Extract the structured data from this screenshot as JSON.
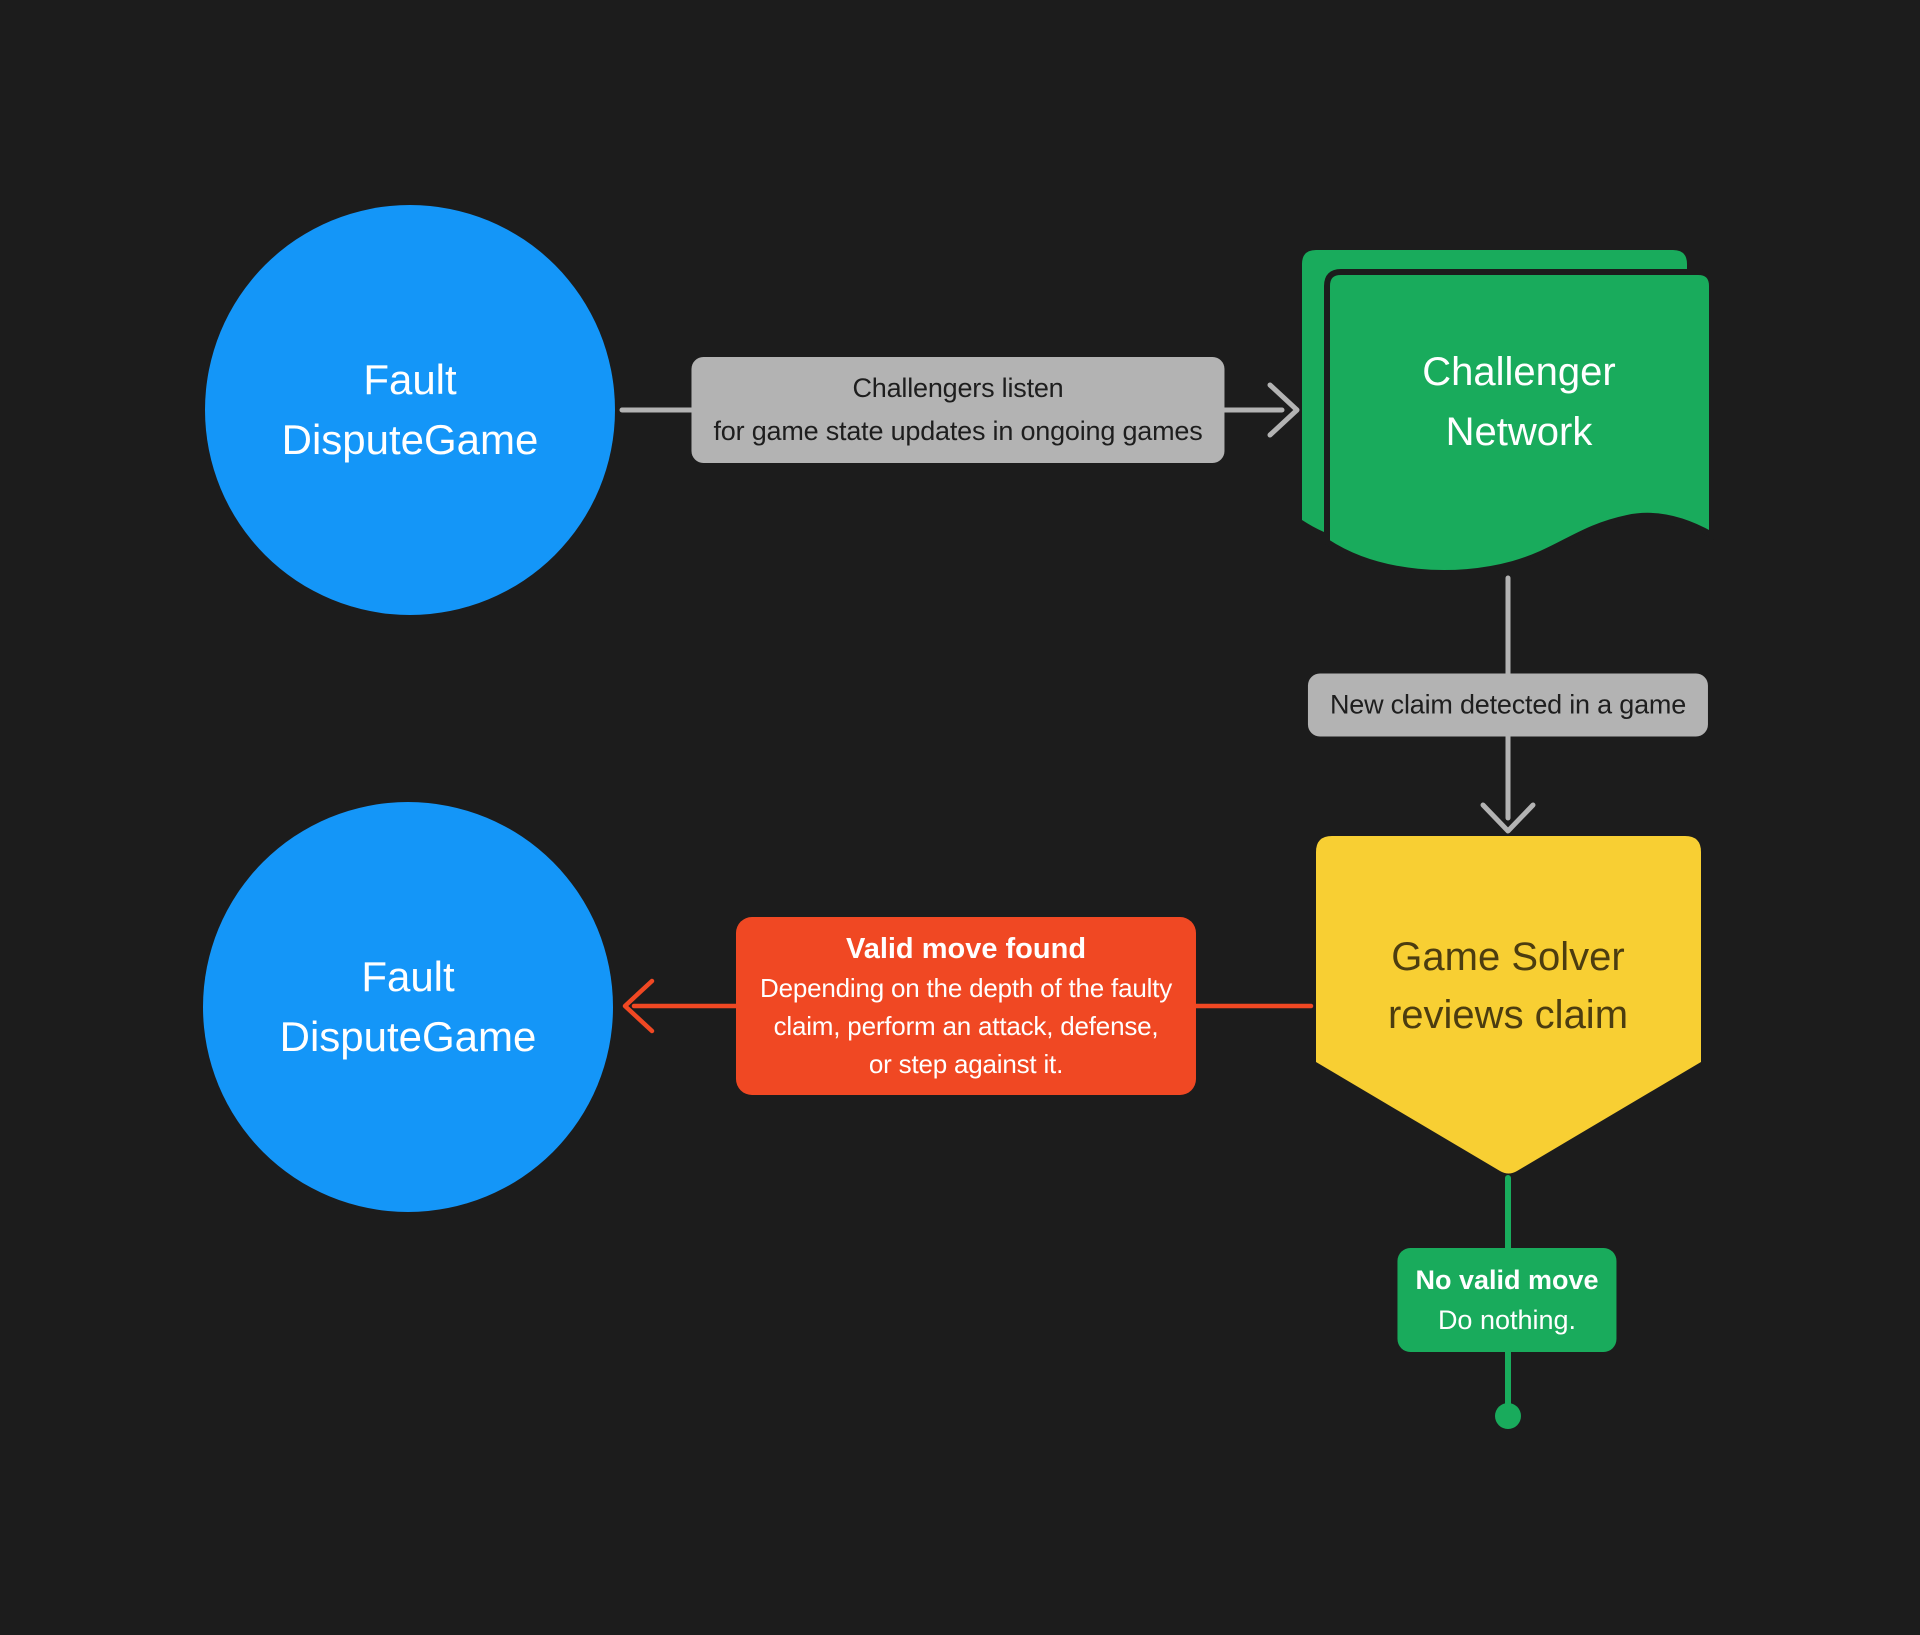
{
  "colors": {
    "bg": "#1C1C1C",
    "blue": "#1496F8",
    "green": "#19AB5C",
    "yellow": "#F8CF33",
    "red": "#F04823",
    "gray": "#B3B3B3",
    "label-text": "#1E1E1E",
    "yellow-text": "#4C3D10"
  },
  "nodes": {
    "fault_top": {
      "line1": "Fault",
      "line2": "DisputeGame"
    },
    "challenger_network": {
      "line1": "Challenger",
      "line2": "Network"
    },
    "game_solver": {
      "line1": "Game Solver",
      "line2": "reviews claim"
    },
    "fault_bottom": {
      "line1": "Fault",
      "line2": "DisputeGame"
    }
  },
  "labels": {
    "challengers_listen": {
      "line1": "Challengers listen",
      "line2": "for game state updates in ongoing games"
    },
    "new_claim": {
      "text": "New claim detected in a game"
    },
    "valid_move": {
      "title": "Valid move found",
      "line1": "Depending on the depth of the faulty",
      "line2": "claim, perform an attack, defense,",
      "line3": "or step against it."
    },
    "no_valid_move": {
      "title": "No valid move",
      "body": "Do nothing."
    }
  }
}
